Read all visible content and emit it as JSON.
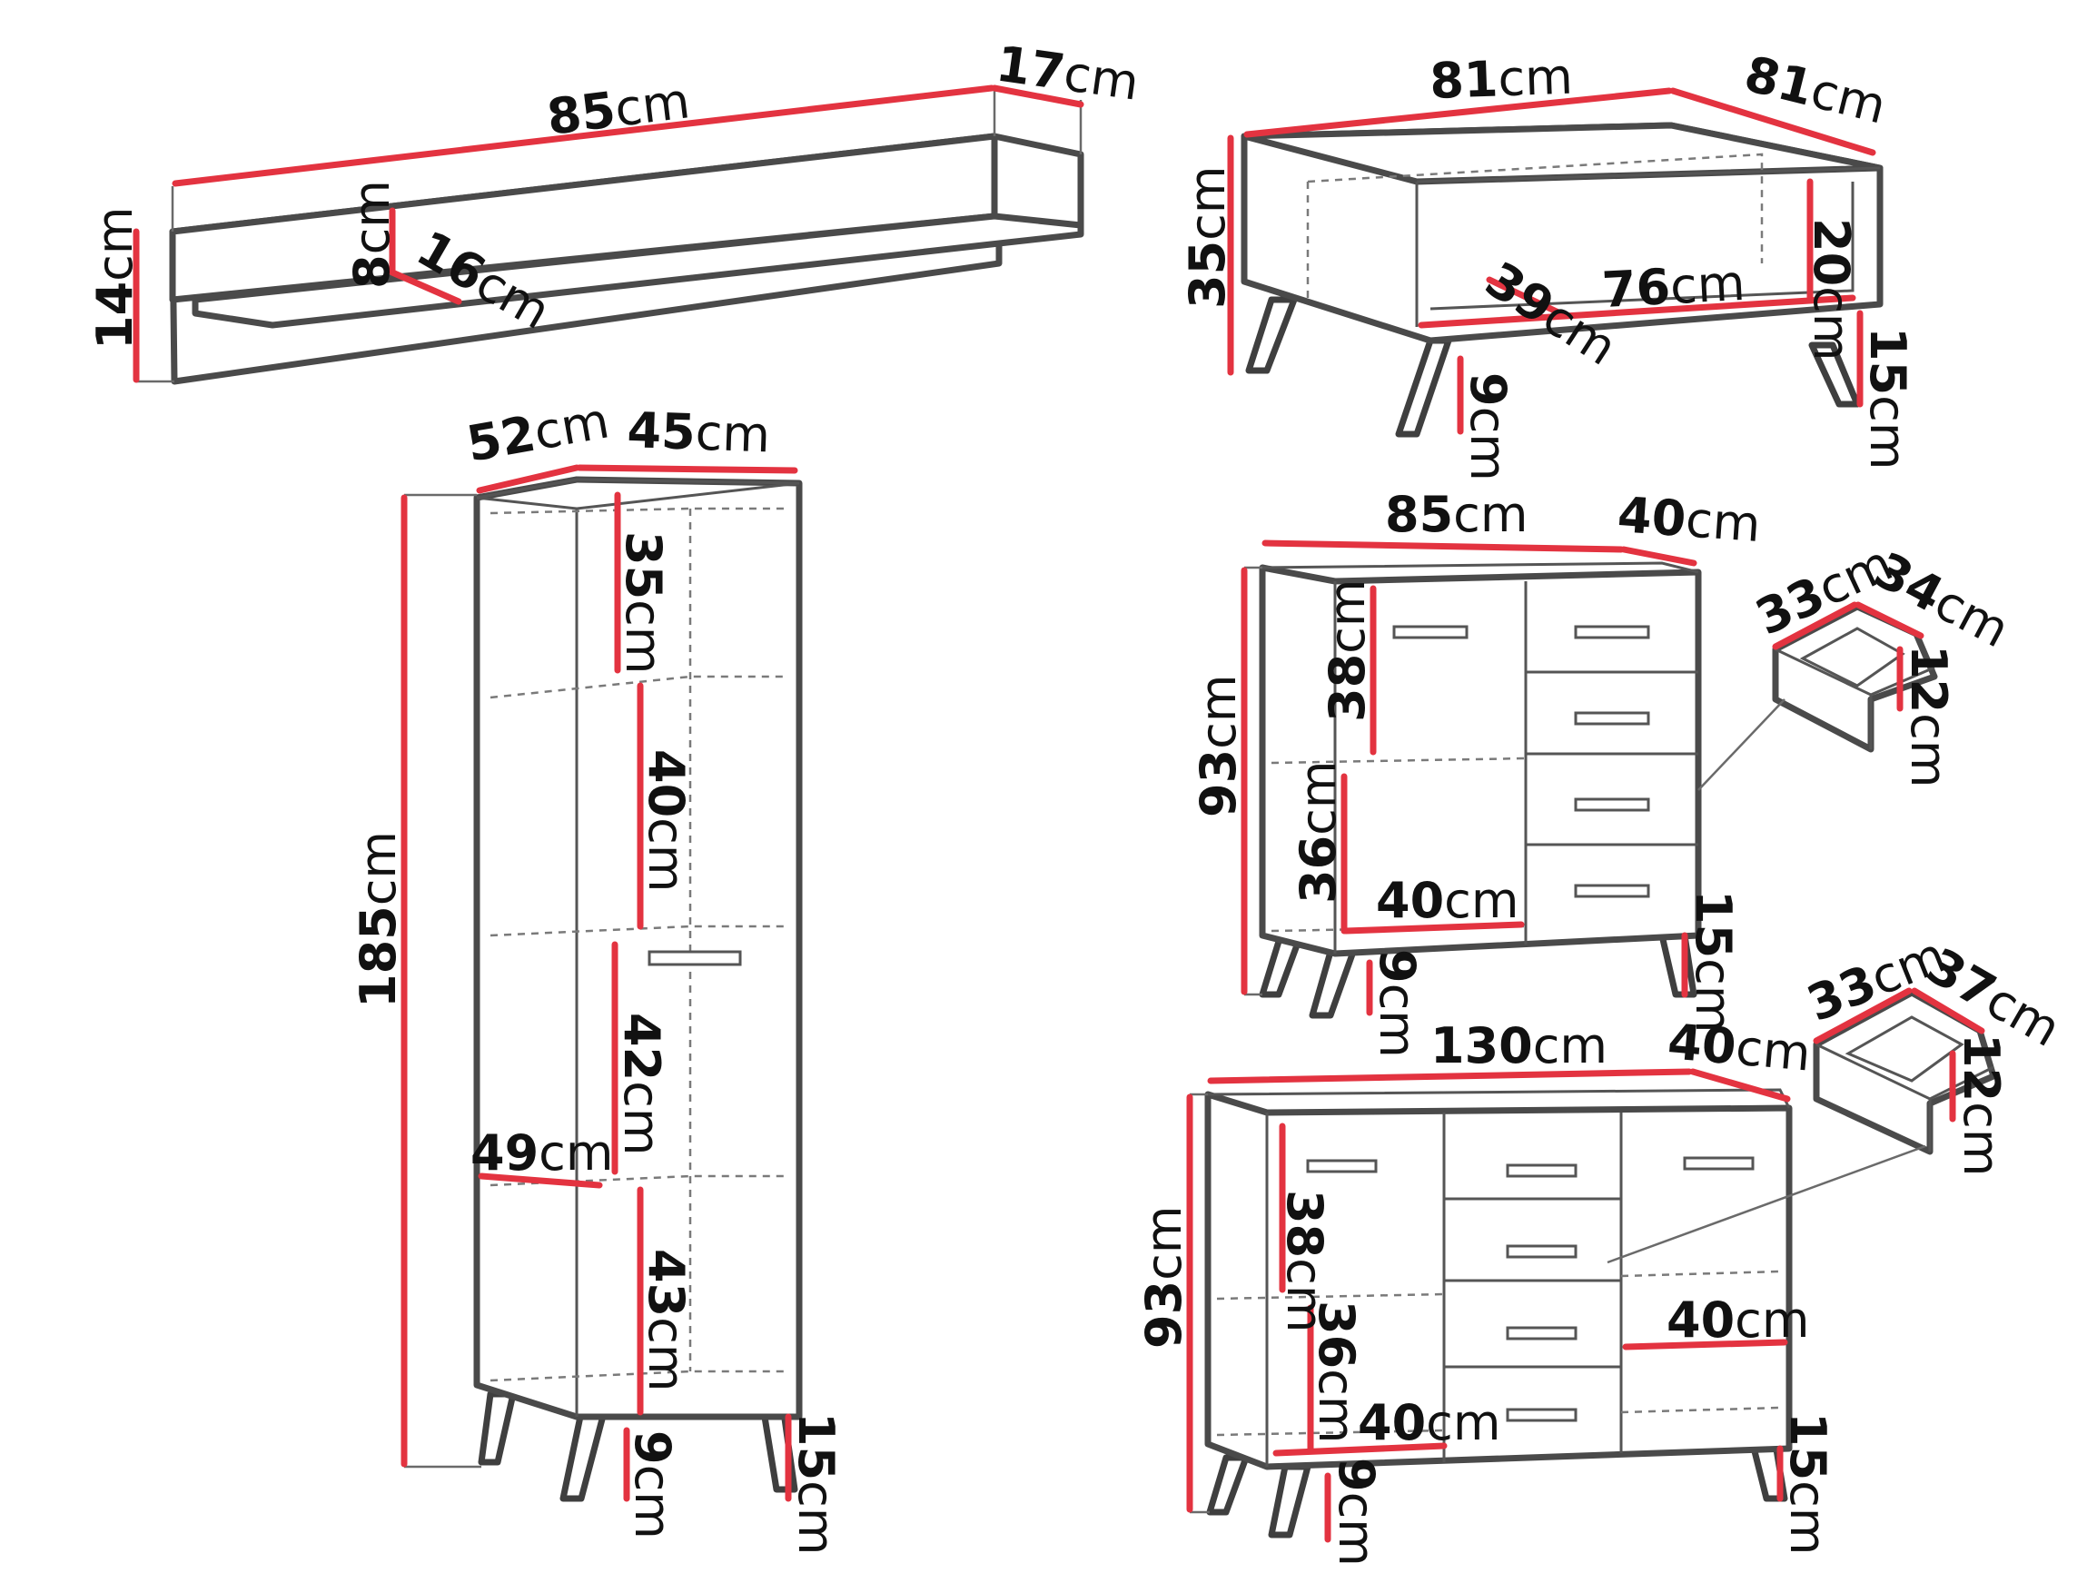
{
  "colors": {
    "dimension_line": "#e33340",
    "outline": "#4a4a4a",
    "background": "#ffffff"
  },
  "unit": "cm",
  "items": {
    "wall_shelf": {
      "width": "85",
      "depth": "17",
      "height": "14",
      "shelf_height": "8",
      "shelf_depth": "16"
    },
    "coffee_table": {
      "width": "81",
      "depth": "81",
      "height": "35",
      "inner_width": "76",
      "inner_depth": "39",
      "opening_height": "20",
      "leg_height": "15",
      "leg_clearance": "9"
    },
    "tall_cabinet": {
      "depth": "52",
      "width": "45",
      "height": "185",
      "shelf_1": "35",
      "shelf_2": "40",
      "shelf_3": "42",
      "shelf_4": "43",
      "inner_depth": "49",
      "leg_height": "15",
      "leg_clearance": "9"
    },
    "small_sideboard": {
      "width": "85",
      "depth": "40",
      "height": "93",
      "upper_space": "38",
      "lower_space": "36",
      "inner_width": "40",
      "leg_height": "15",
      "leg_clearance": "9",
      "drawer": {
        "width": "33",
        "depth": "34",
        "height": "12"
      }
    },
    "large_sideboard": {
      "width": "130",
      "depth": "40",
      "height": "93",
      "upper_space": "38",
      "lower_space": "36",
      "inner_width_left": "40",
      "inner_width_right": "40",
      "leg_height": "15",
      "leg_clearance": "9",
      "drawer": {
        "width": "33",
        "depth": "37",
        "height": "12"
      }
    }
  }
}
